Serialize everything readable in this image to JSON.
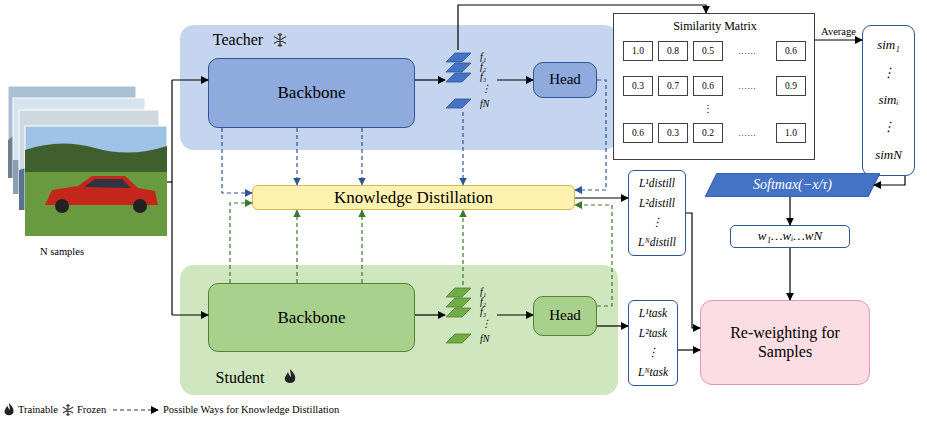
{
  "diagram": {
    "nodes": [
      {
        "text": [
          "Teacher"
        ]
      },
      {
        "text": [
          "Backbone"
        ],
        "in": 0
      },
      {
        "text": [
          "f₁",
          "f₂",
          "f₃",
          "⋮",
          "fN"
        ],
        "in": 0
      },
      {
        "text": [
          "Head"
        ],
        "in": 0
      },
      {
        "text": [
          "Similarity Matrix",
          "……",
          "……",
          "⋮",
          "……"
        ]
      },
      {
        "text": [
          "1.0"
        ],
        "in": 4
      },
      {
        "text": [
          "0.8"
        ],
        "in": 4
      },
      {
        "text": [
          "0.5"
        ],
        "in": 4
      },
      {
        "text": [
          "0.6"
        ],
        "in": 4
      },
      {
        "text": [
          "0.3"
        ],
        "in": 4
      },
      {
        "text": [
          "0.7"
        ],
        "in": 4
      },
      {
        "text": [
          "0.6"
        ],
        "in": 4
      },
      {
        "text": [
          "0.9"
        ],
        "in": 4
      },
      {
        "text": [
          "0.6"
        ],
        "in": 4
      },
      {
        "text": [
          "0.3"
        ],
        "in": 4
      },
      {
        "text": [
          "0.2"
        ],
        "in": 4
      },
      {
        "text": [
          "1.0"
        ],
        "in": 4
      },
      {
        "text": [
          "sim₁",
          "⋮",
          "simᵢ",
          "⋮",
          "simN"
        ]
      },
      {
        "text": [
          "Knowledge Distillation"
        ]
      },
      {
        "text": [
          "Student"
        ]
      },
      {
        "text": [
          "Backbone"
        ],
        "in": 19
      },
      {
        "text": [
          "f₁",
          "f₂",
          "f₃",
          "⋮",
          "fN"
        ],
        "in": 19
      },
      {
        "text": [
          "Head"
        ],
        "in": 19
      },
      {
        "text": [
          "L¹distill",
          "L²distill",
          "⋮",
          "Lᴺdistill"
        ]
      },
      {
        "text": [
          "L¹task",
          "L²task",
          "⋮",
          "Lᴺtask"
        ]
      },
      {
        "text": [
          "Softmax(−x/τ)"
        ]
      },
      {
        "text": [
          "w₁…wᵢ…wN"
        ]
      },
      {
        "text": [
          "Re-weighting for Samples"
        ]
      }
    ],
    "edges": [
      {
        "from": 1,
        "to": 2,
        "arrow": "to"
      },
      {
        "from": 2,
        "to": 3,
        "arrow": "to"
      },
      {
        "from": 2,
        "to": 4,
        "arrow": "to"
      },
      {
        "from": 4,
        "to": 17,
        "label": "Average",
        "arrow": "to"
      },
      {
        "from": 17,
        "to": 25,
        "arrow": "to"
      },
      {
        "from": 25,
        "to": 26,
        "arrow": "to"
      },
      {
        "from": 26,
        "to": 27,
        "arrow": "to"
      },
      {
        "from": 1,
        "to": 18,
        "arrow": "to"
      },
      {
        "from": 1,
        "to": 18,
        "arrow": "to"
      },
      {
        "from": 1,
        "to": 18,
        "arrow": "to"
      },
      {
        "from": 2,
        "to": 18,
        "arrow": "to"
      },
      {
        "from": 3,
        "to": 18,
        "arrow": "to"
      },
      {
        "from": 20,
        "to": 18,
        "arrow": "to"
      },
      {
        "from": 20,
        "to": 18,
        "arrow": "to"
      },
      {
        "from": 20,
        "to": 18,
        "arrow": "to"
      },
      {
        "from": 21,
        "to": 18,
        "arrow": "to"
      },
      {
        "from": 22,
        "to": 18,
        "arrow": "to"
      },
      {
        "from": 18,
        "to": 23,
        "arrow": "to"
      },
      {
        "from": 23,
        "to": 27,
        "arrow": "to"
      },
      {
        "from": 20,
        "to": 21,
        "arrow": "to"
      },
      {
        "from": 21,
        "to": 22,
        "arrow": "to"
      },
      {
        "from": 22,
        "to": 24,
        "arrow": "to"
      },
      {
        "from": 24,
        "to": 27,
        "arrow": "to"
      }
    ],
    "labels": [
      "N samples"
    ],
    "legend": [
      {
        "text": "Trainable"
      },
      {
        "text": "Frozen"
      },
      {
        "text": "Possible Ways for Knowledge Distillation"
      }
    ]
  }
}
